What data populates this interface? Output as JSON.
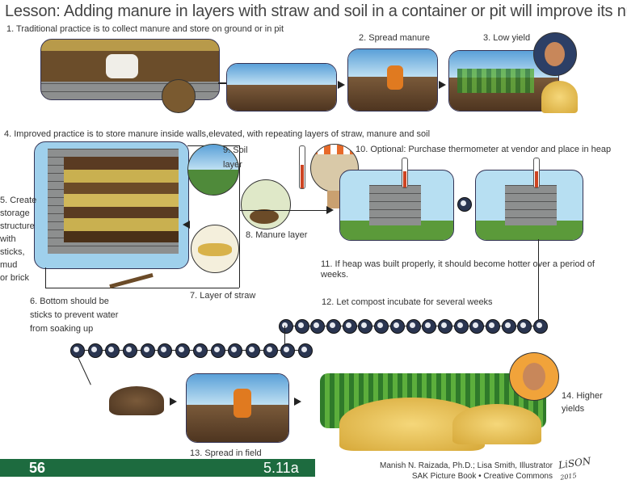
{
  "title": "Lesson: Adding manure in layers with straw and soil in a container or pit will improve its nutrients",
  "steps": {
    "s1": "1. Traditional practice is to collect manure and store on ground or in pit",
    "s2": "2. Spread manure",
    "s3": "3. Low yield",
    "s4": "4. Improved practice is to store manure inside walls,elevated, with repeating layers of straw, manure and soil",
    "s5": [
      "5. Create",
      "storage",
      "structure",
      "with",
      "sticks,",
      "mud",
      "or brick"
    ],
    "s6": [
      "6. Bottom should be",
      "sticks to prevent water",
      "from soaking up"
    ],
    "s7": "7. Layer of straw",
    "s8": "8. Manure layer",
    "s9": [
      "9. Soil",
      "layer"
    ],
    "s10": "10. Optional: Purchase thermometer at vendor and place in heap",
    "s11": [
      "11. If heap was built properly, it should become hotter over a period of",
      "weeks."
    ],
    "s12": "12. Let compost incubate for several weeks",
    "s13": "13. Spread in field",
    "s14": [
      "14. Higher",
      "yields"
    ]
  },
  "footer": {
    "page_number": "56",
    "section": "5.11a",
    "credit_line1": "Manish N. Raizada, Ph.D.; Lisa Smith, Illustrator",
    "credit_line2": "SAK Picture Book • Creative Commons",
    "signature": "LiSON 2015",
    "bar_color": "#1d6b3f"
  }
}
